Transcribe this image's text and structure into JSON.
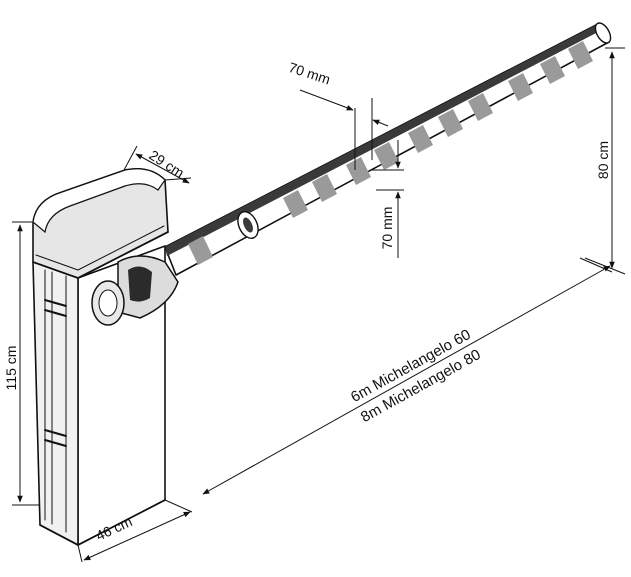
{
  "dimensions": {
    "height": "115 cm",
    "depth": "29 cm",
    "width": "46 cm",
    "boom_width": "70 mm",
    "boom_height": "70 mm",
    "boom_clearance": "80 cm"
  },
  "boom_length": {
    "line1": "6m Michelangelo 60",
    "line2": "8m Michelangelo 80"
  },
  "colors": {
    "stripe": "#9a9a9a",
    "boom_dark": "#3a3a3a",
    "ink": "#111111"
  }
}
